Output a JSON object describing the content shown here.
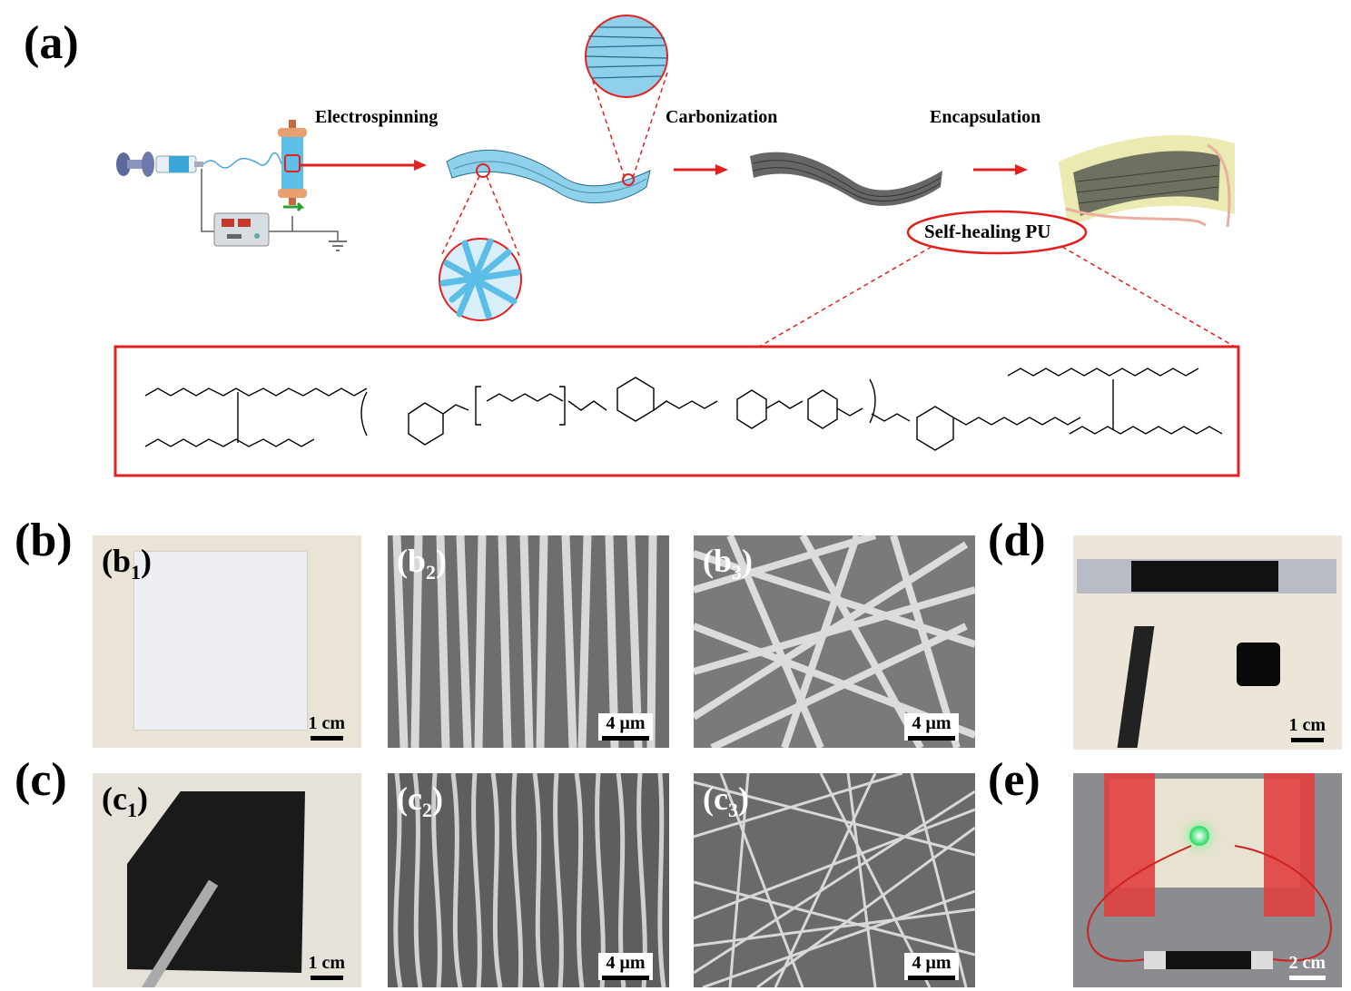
{
  "panel_a": {
    "label": "(a)",
    "steps": [
      "Electrospinning",
      "Carbonization",
      "Encapsulation"
    ],
    "callout": "Self-healing PU"
  },
  "panel_b": {
    "label": "(b)",
    "b1": {
      "prefix": "(b",
      "sub": "1",
      "suffix": ")",
      "scale": "1 cm"
    },
    "b2": {
      "prefix": "(b",
      "sub": "2",
      "suffix": ")",
      "scale": "4 μm"
    },
    "b3": {
      "prefix": "(b",
      "sub": "3",
      "suffix": ")",
      "scale": "4 μm"
    }
  },
  "panel_c": {
    "label": "(c)",
    "c1": {
      "prefix": "(c",
      "sub": "1",
      "suffix": ")",
      "scale": "1 cm"
    },
    "c2": {
      "prefix": "(c",
      "sub": "2",
      "suffix": ")",
      "scale": "4 μm"
    },
    "c3": {
      "prefix": "(c",
      "sub": "3",
      "suffix": ")",
      "scale": "4 μm"
    }
  },
  "panel_d": {
    "label": "(d)",
    "scale": "1 cm"
  },
  "panel_e": {
    "label": "(e)",
    "scale": "2 cm"
  },
  "colors": {
    "red": "#e32020",
    "fiber_blue": "#8fd0ea",
    "carbon": "#555555",
    "pu_yellow": "#e8e8a8"
  }
}
